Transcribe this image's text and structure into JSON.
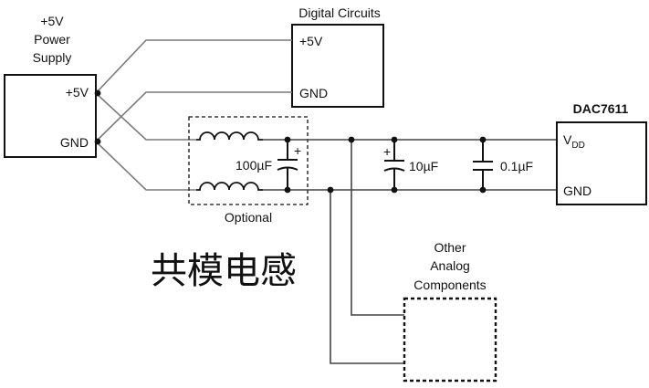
{
  "power_supply": {
    "title_line1": "+5V",
    "title_line2": "Power",
    "title_line3": "Supply",
    "pin_pos": "+5V",
    "pin_gnd": "GND"
  },
  "digital": {
    "title": "Digital Circuits",
    "pin_pos": "+5V",
    "pin_gnd": "GND"
  },
  "filter": {
    "cap_label": "100µF",
    "cap_polarity": "+",
    "section_label": "Optional"
  },
  "caps": {
    "c2_label": "10µF",
    "c2_polarity": "+",
    "c3_label": "0.1µF"
  },
  "dac": {
    "title": "DAC7611",
    "pin_vdd_main": "V",
    "pin_vdd_sub": "DD",
    "pin_gnd": "GND"
  },
  "analog": {
    "line1": "Other",
    "line2": "Analog",
    "line3": "Components"
  },
  "annotation": {
    "text": "共模电感"
  }
}
